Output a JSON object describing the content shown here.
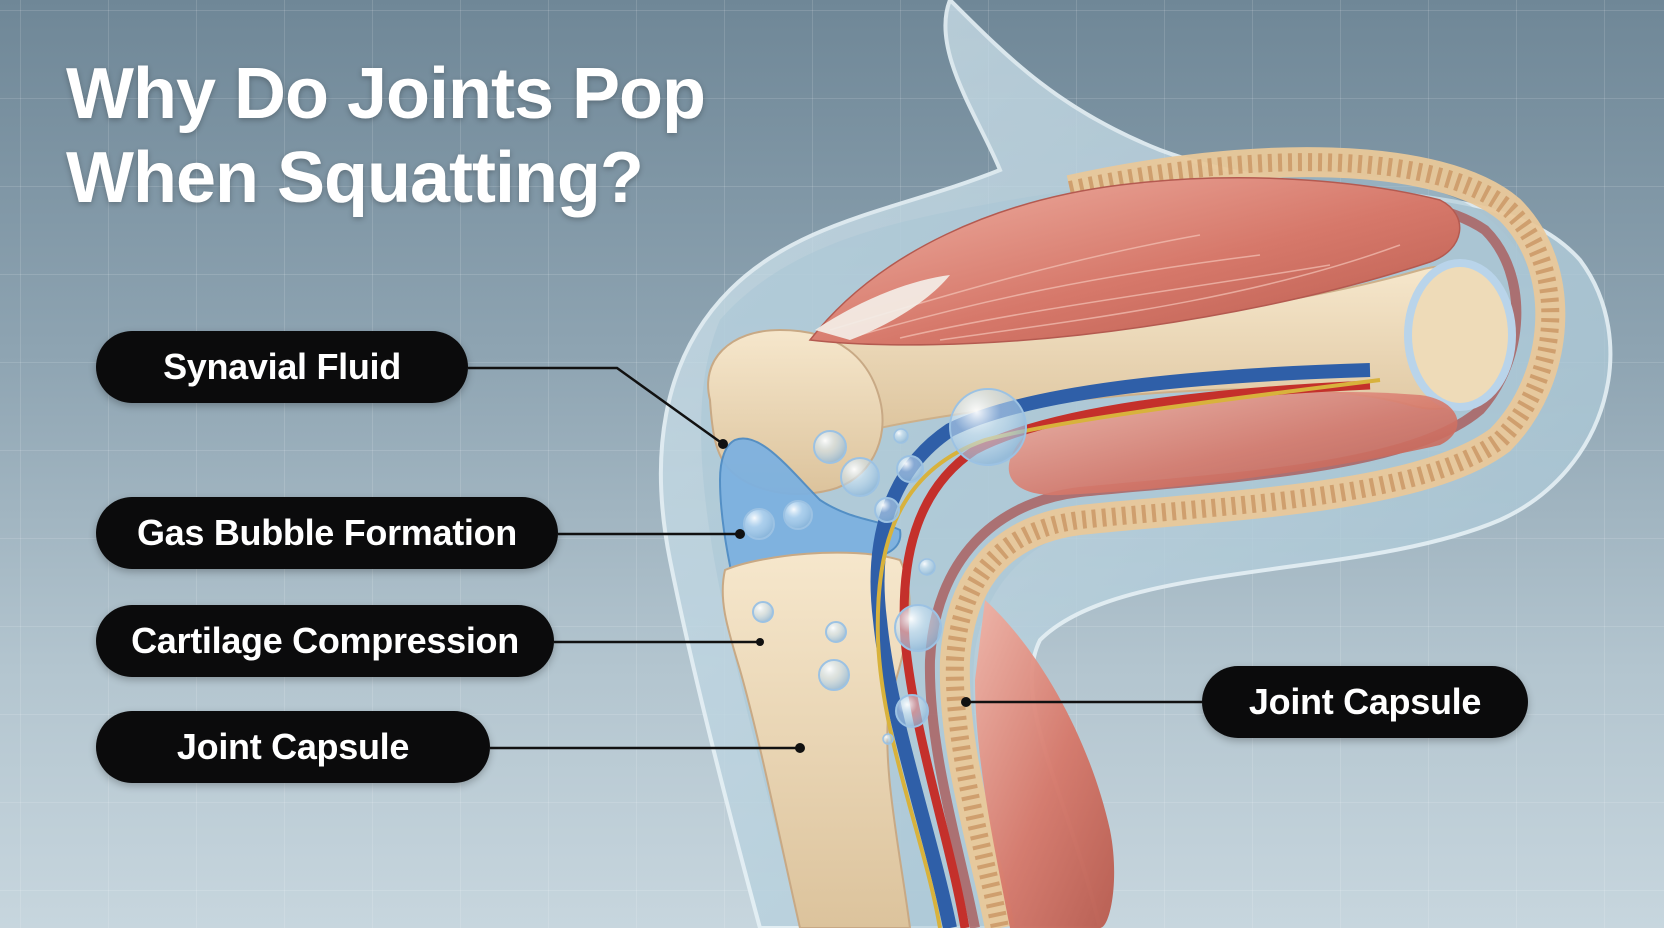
{
  "title": "Why Do Joints Pop\nWhen Squatting?",
  "labels": {
    "synovial_fluid": "Synavial Fluid",
    "gas_bubble_formation": "Gas Bubble Formation",
    "cartilage_compression": "Cartilage Compression",
    "joint_capsule_left": "Joint Capsule",
    "joint_capsule_right": "Joint Capsule"
  },
  "colors": {
    "label_background": "#0b0b0c",
    "label_text": "#ffffff",
    "bone": "#ecd7b4",
    "cartilage": "#6fa8dc",
    "muscle": "#d98070",
    "artery": "#c4302b",
    "vein": "#2f5fa8",
    "nerve": "#d8b23c",
    "skin": "#b9d3e0"
  }
}
